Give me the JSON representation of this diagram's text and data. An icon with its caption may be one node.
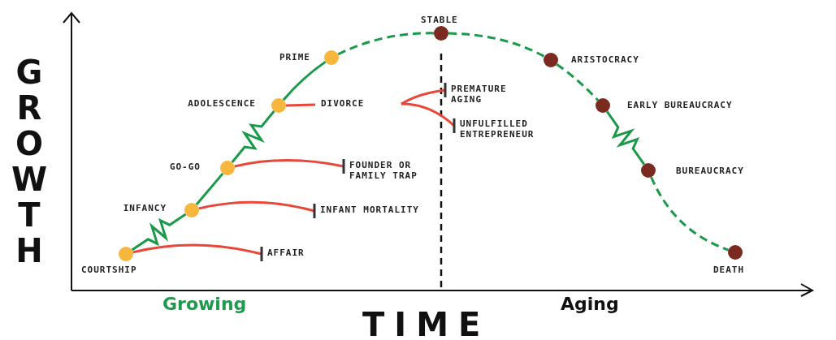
{
  "diagram": {
    "nodes": [
      {
        "text": [],
        "shape": "circle",
        "beside": [
          "COURTSHIP"
        ]
      },
      {
        "text": [],
        "shape": "circle",
        "beside": [
          "INFANCY"
        ]
      },
      {
        "text": [],
        "shape": "circle",
        "beside": [
          "GO-GO"
        ]
      },
      {
        "text": [],
        "shape": "circle",
        "beside": [
          "ADOLESCENCE"
        ]
      },
      {
        "text": [],
        "shape": "circle",
        "beside": [
          "PRIME"
        ]
      },
      {
        "text": [],
        "shape": "circle",
        "beside": [
          "STABLE"
        ]
      },
      {
        "text": [],
        "shape": "circle",
        "beside": [
          "ARISTOCRACY"
        ]
      },
      {
        "text": [],
        "shape": "circle",
        "beside": [
          "EARLY BUREAUCRACY"
        ]
      },
      {
        "text": [],
        "shape": "circle",
        "beside": [
          "BUREAUCRACY"
        ]
      },
      {
        "text": [],
        "shape": "circle",
        "beside": [
          "DEATH"
        ]
      },
      {
        "text": [
          "AFFAIR"
        ]
      },
      {
        "text": [
          "INFANT MORTALITY"
        ]
      },
      {
        "text": [
          "FOUNDER OR FAMILY TRAP"
        ]
      },
      {
        "text": [
          "DIVORCE"
        ]
      },
      {
        "text": [
          "PREMATURE AGING"
        ]
      },
      {
        "text": [
          "UNFULFILLED ENTREPRENEUR"
        ]
      }
    ],
    "edges": [
      {
        "from": 0,
        "to": 1,
        "arrow": "none"
      },
      {
        "from": 1,
        "to": 2,
        "arrow": "none"
      },
      {
        "from": 2,
        "to": 3,
        "arrow": "none"
      },
      {
        "from": 3,
        "to": 4,
        "arrow": "none"
      },
      {
        "from": 4,
        "to": 5,
        "arrow": "none",
        "style": "dashed"
      },
      {
        "from": 5,
        "to": 6,
        "arrow": "none",
        "style": "dashed"
      },
      {
        "from": 6,
        "to": 7,
        "arrow": "none",
        "style": "dashed"
      },
      {
        "from": 7,
        "to": 8,
        "arrow": "none"
      },
      {
        "from": 8,
        "to": 9,
        "arrow": "none",
        "style": "dashed"
      },
      {
        "from": 0,
        "to": 10,
        "arrow": "other",
        "color": "#e8473a"
      },
      {
        "from": 1,
        "to": 11,
        "arrow": "other",
        "color": "#e8473a"
      },
      {
        "from": 2,
        "to": 12,
        "arrow": "other",
        "color": "#e8473a"
      },
      {
        "from": 3,
        "to": 13,
        "arrow": "none",
        "color": "#e8473a"
      },
      {
        "from": 13,
        "to": 14,
        "arrow": "other",
        "color": "#e8473a"
      },
      {
        "from": 13,
        "to": 15,
        "arrow": "other",
        "color": "#e8473a"
      }
    ],
    "labels": [
      "GROWTH",
      "Growing",
      "Aging",
      "TIME"
    ]
  }
}
